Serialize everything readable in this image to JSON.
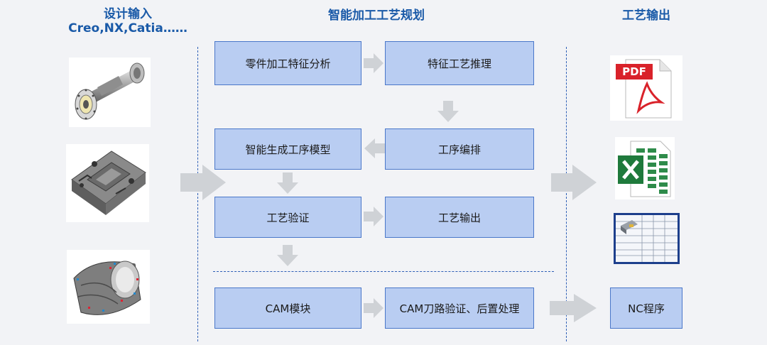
{
  "titles": {
    "input_line1": "设计输入",
    "input_line2": "Creo,NX,Catia……",
    "planning": "智能加工工艺规划",
    "output": "工艺输出"
  },
  "boxes": {
    "feature_analysis": "零件加工特征分析",
    "feature_reasoning": "特征工艺推理",
    "process_ordering": "工序编排",
    "gen_model": "智能生成工序模型",
    "verification": "工艺验证",
    "process_output": "工艺输出",
    "cam_module": "CAM模块",
    "cam_verify": "CAM刀路验证、后置处理",
    "nc_program": "NC程序"
  },
  "icons": {
    "pdf_label": "PDF",
    "pdf": "pdf-file-icon",
    "excel": "excel-file-icon",
    "process_card": "process-card-image"
  },
  "colors": {
    "title": "#1a5aa8",
    "box_fill": "#b9cdf2",
    "box_border": "#4a77c9",
    "arrow": "#cfd2d6",
    "divider": "#2e5fb6",
    "pdf_red": "#d9222a",
    "excel_green": "#1f7a3c"
  }
}
